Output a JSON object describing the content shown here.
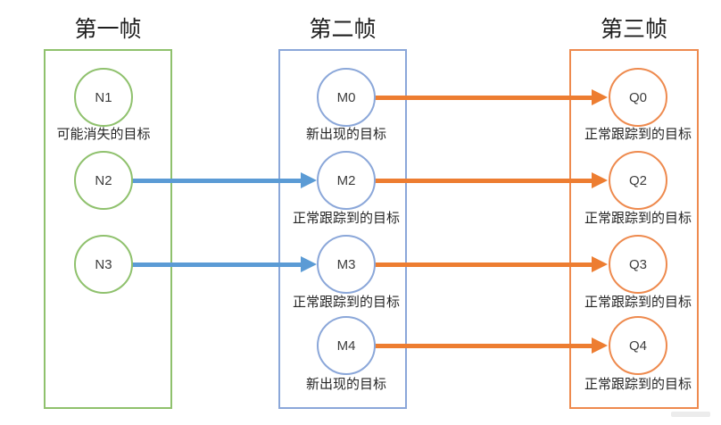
{
  "diagram": {
    "frames": [
      {
        "title": "第一帧",
        "accent_color": "#8FC16D",
        "nodes": [
          {
            "id": "N1",
            "caption": "可能消失的目标"
          },
          {
            "id": "N2",
            "caption": ""
          },
          {
            "id": "N3",
            "caption": ""
          }
        ]
      },
      {
        "title": "第二帧",
        "accent_color": "#8BA7D9",
        "nodes": [
          {
            "id": "M0",
            "caption": "新出现的目标"
          },
          {
            "id": "M2",
            "caption": "正常跟踪到的目标"
          },
          {
            "id": "M3",
            "caption": "正常跟踪到的目标"
          },
          {
            "id": "M4",
            "caption": "新出现的目标"
          }
        ]
      },
      {
        "title": "第三帧",
        "accent_color": "#EE8A4E",
        "nodes": [
          {
            "id": "Q0",
            "caption": "正常跟踪到的目标"
          },
          {
            "id": "Q2",
            "caption": "正常跟踪到的目标"
          },
          {
            "id": "Q3",
            "caption": "正常跟踪到的目标"
          },
          {
            "id": "Q4",
            "caption": "正常跟踪到的目标"
          }
        ]
      }
    ],
    "edges": [
      {
        "from": "N2",
        "to": "M2",
        "color": "#5B9BD5"
      },
      {
        "from": "N3",
        "to": "M3",
        "color": "#5B9BD5"
      },
      {
        "from": "M0",
        "to": "Q0",
        "color": "#ED7D31"
      },
      {
        "from": "M2",
        "to": "Q2",
        "color": "#ED7D31"
      },
      {
        "from": "M3",
        "to": "Q3",
        "color": "#ED7D31"
      },
      {
        "from": "M4",
        "to": "Q4",
        "color": "#ED7D31"
      }
    ]
  }
}
